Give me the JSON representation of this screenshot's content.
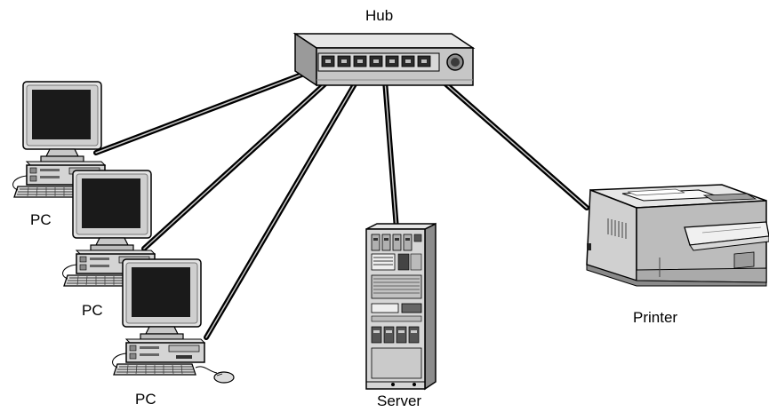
{
  "labels": {
    "hub": "Hub",
    "pc_1": "PC",
    "pc_2": "PC",
    "pc_3": "PC",
    "server": "Server",
    "printer": "Printer"
  },
  "colors": {
    "cable": "#000000",
    "cable_highlight": "#c8c8c8",
    "device_light": "#e8e8e8",
    "device_mid": "#c4c4c4",
    "device_dark": "#8c8c8c",
    "screen": "#1a1a1a"
  },
  "icons": [
    "hub-icon",
    "pc-icon",
    "server-icon",
    "printer-icon",
    "mouse-icon"
  ]
}
